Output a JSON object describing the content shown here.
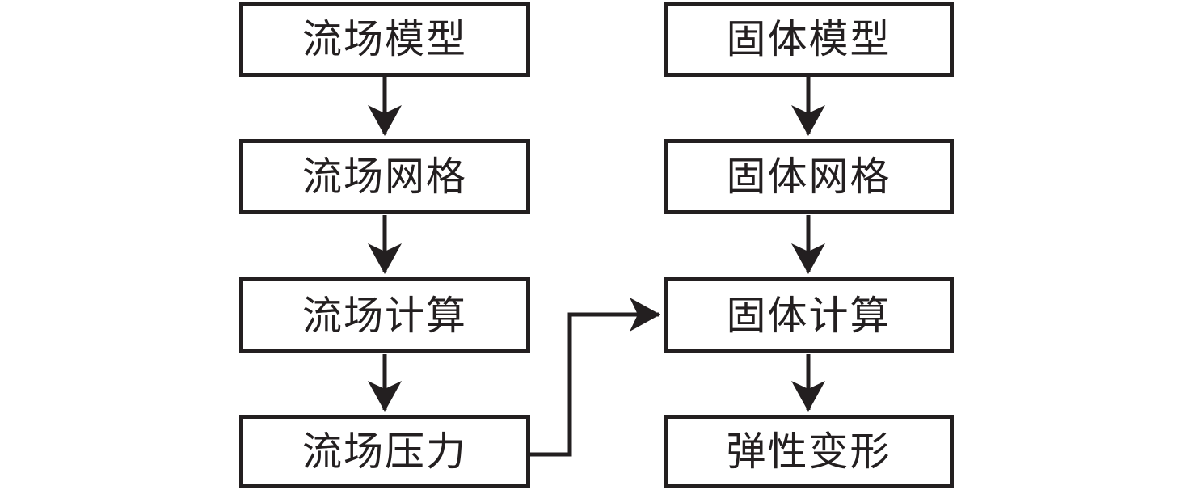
{
  "diagram": {
    "type": "flowchart",
    "title": "",
    "background_color": "#ffffff",
    "line_color": "#231f20",
    "text_color": "#231f20",
    "columns": [
      {
        "name": "fluid-column",
        "nodes": [
          {
            "id": "fluid-model",
            "label": "流场模型"
          },
          {
            "id": "fluid-mesh",
            "label": "流场网格"
          },
          {
            "id": "fluid-calculation",
            "label": "流场计算"
          },
          {
            "id": "fluid-pressure",
            "label": "流场压力"
          }
        ]
      },
      {
        "name": "solid-column",
        "nodes": [
          {
            "id": "solid-model",
            "label": "固体模型"
          },
          {
            "id": "solid-mesh",
            "label": "固体网格"
          },
          {
            "id": "solid-calculation",
            "label": "固体计算"
          },
          {
            "id": "elastic-deformation",
            "label": "弹性变形"
          }
        ]
      }
    ],
    "edges": [
      {
        "id": "edge-fluid-model-to-mesh",
        "from": "流场模型",
        "to": "流场网格",
        "style": "straight-down"
      },
      {
        "id": "edge-fluid-mesh-to-calculation",
        "from": "流场网格",
        "to": "流场计算",
        "style": "straight-down"
      },
      {
        "id": "edge-fluid-calculation-to-pressure",
        "from": "流场计算",
        "to": "流场压力",
        "style": "straight-down"
      },
      {
        "id": "edge-solid-model-to-mesh",
        "from": "固体模型",
        "to": "固体网格",
        "style": "straight-down"
      },
      {
        "id": "edge-solid-mesh-to-calculation",
        "from": "固体网格",
        "to": "固体计算",
        "style": "straight-down"
      },
      {
        "id": "edge-solid-calculation-to-deformation",
        "from": "固体计算",
        "to": "弹性变形",
        "style": "straight-down"
      },
      {
        "id": "edge-fluid-pressure-to-solid-calculation",
        "from": "流场压力",
        "to": "固体计算",
        "style": "orthogonal-right-up-right"
      }
    ]
  }
}
